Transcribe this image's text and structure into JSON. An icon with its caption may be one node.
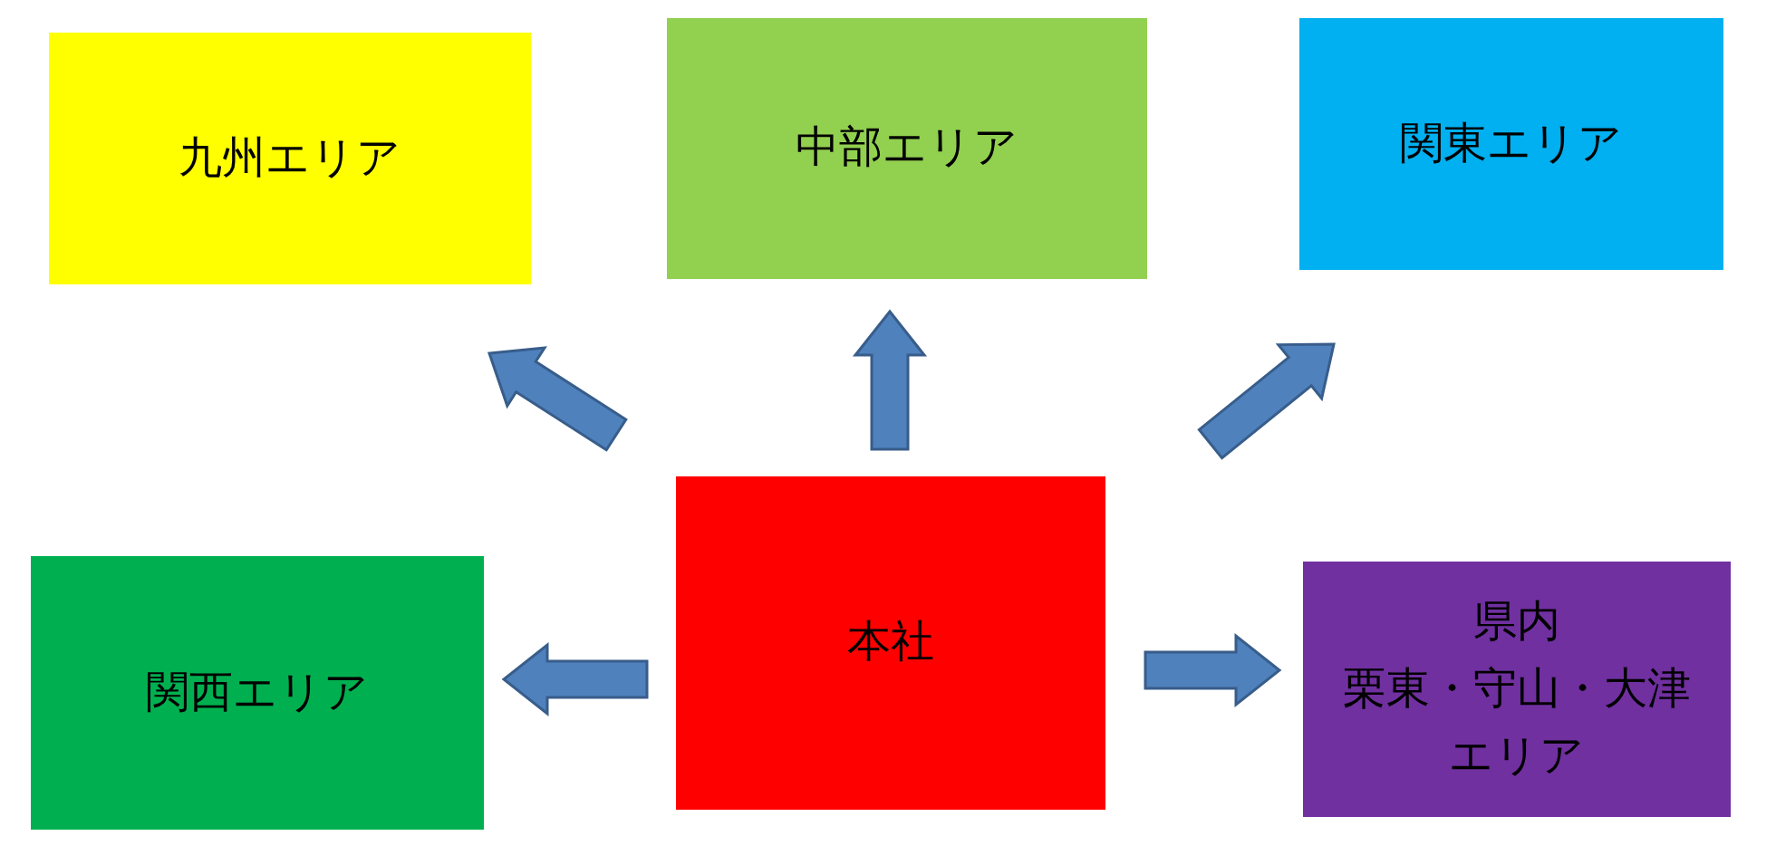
{
  "diagram": {
    "nodes": [
      {
        "text": [
          "九州エリア"
        ]
      },
      {
        "text": [
          "中部エリア"
        ]
      },
      {
        "text": [
          "関東エリア"
        ]
      },
      {
        "text": [
          "関西エリア"
        ]
      },
      {
        "text": [
          "本社"
        ]
      },
      {
        "text": [
          "県内",
          "栗東・守山・大津",
          "エリア"
        ]
      }
    ],
    "edges": [
      {
        "from": 4,
        "to": 0,
        "arrow": "to"
      },
      {
        "from": 4,
        "to": 1,
        "arrow": "to"
      },
      {
        "from": 4,
        "to": 2,
        "arrow": "to"
      },
      {
        "from": 4,
        "to": 3,
        "arrow": "to"
      },
      {
        "from": 4,
        "to": 5,
        "arrow": "to"
      }
    ]
  }
}
